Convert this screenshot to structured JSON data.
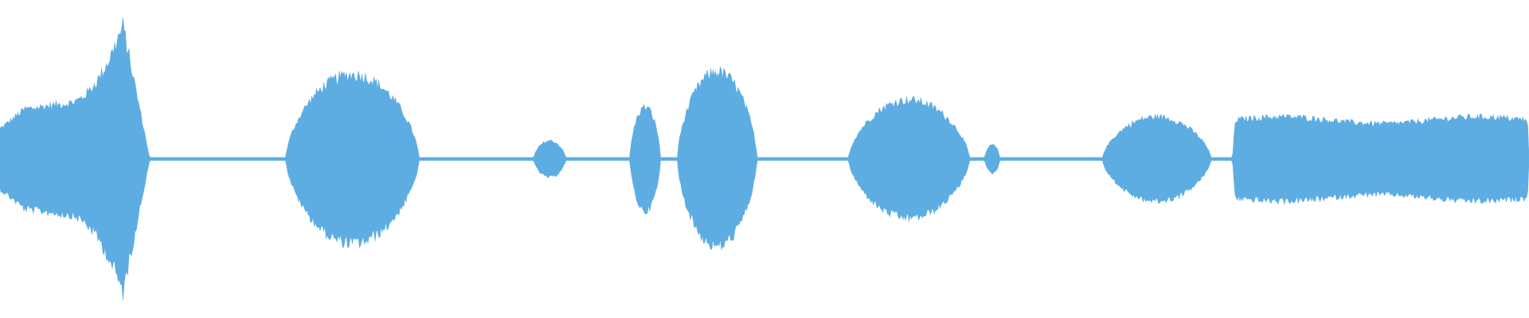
{
  "waveform": {
    "color": "#5dade2",
    "background": "#ffffff",
    "segments": [
      {
        "start": 0.0,
        "end": 0.098,
        "peak": 0.95,
        "shape": "spike"
      },
      {
        "start": 0.187,
        "end": 0.274,
        "peak": 0.6,
        "shape": "dome"
      },
      {
        "start": 0.349,
        "end": 0.37,
        "peak": 0.13,
        "shape": "dome"
      },
      {
        "start": 0.412,
        "end": 0.432,
        "peak": 0.37,
        "shape": "dome"
      },
      {
        "start": 0.443,
        "end": 0.495,
        "peak": 0.62,
        "shape": "dome"
      },
      {
        "start": 0.555,
        "end": 0.634,
        "peak": 0.42,
        "shape": "dome"
      },
      {
        "start": 0.644,
        "end": 0.654,
        "peak": 0.1,
        "shape": "dome"
      },
      {
        "start": 0.721,
        "end": 0.792,
        "peak": 0.3,
        "shape": "dome"
      },
      {
        "start": 0.806,
        "end": 1.0,
        "peak": 0.3,
        "shape": "flat"
      }
    ],
    "silence_level": 0.01
  }
}
